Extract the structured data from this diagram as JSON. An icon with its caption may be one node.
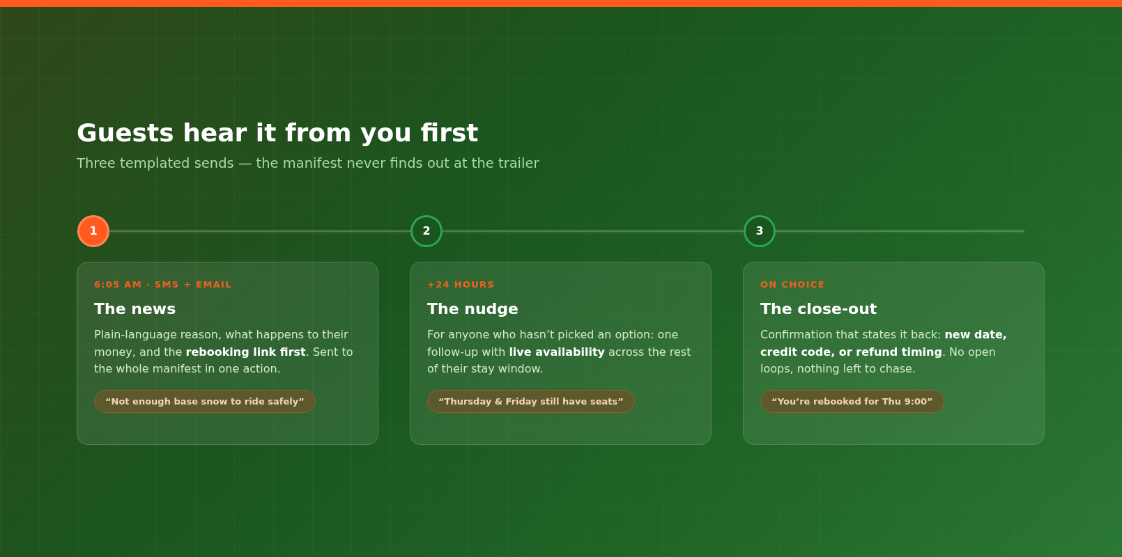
{
  "diagram": {
    "title": "Guests hear it from you first",
    "nodes": [
      {
        "text": [
          "1"
        ]
      },
      {
        "text": [
          "2"
        ]
      },
      {
        "text": [
          "3"
        ]
      },
      {
        "text": [
          "6:05 AM · SMS + EMAIL",
          "The news",
          "Plain-language reason, what happens to their money, and the **rebooking link first**. Sent to the whole manifest in one action."
        ]
      },
      {
        "text": [
          "“Not enough base snow to ride safely”"
        ],
        "in": 3
      },
      {
        "text": [
          "+24 HOURS",
          "The nudge",
          "For anyone who hasn’t picked an option: one follow-up with **live availability** across the rest of their stay window."
        ]
      },
      {
        "text": [
          "“Thursday & Friday still have seats”"
        ],
        "in": 5
      },
      {
        "text": [
          "ON CHOICE",
          "The close-out",
          "Confirmation that states it back: **new date, credit code, or refund timing**. No open loops, nothing left to chase."
        ]
      },
      {
        "text": [
          "“You’re rebooked for Thu 9:00”"
        ],
        "in": 7
      }
    ],
    "edges": [
      {
        "from": 0,
        "to": 1,
        "arrow": "none"
      },
      {
        "from": 1,
        "to": 2,
        "arrow": "none"
      },
      {
        "from": 2,
        "to": null,
        "arrow": "none"
      }
    ],
    "labels": [
      "Three templated sends — the manifest never finds out at the trailer"
    ]
  }
}
